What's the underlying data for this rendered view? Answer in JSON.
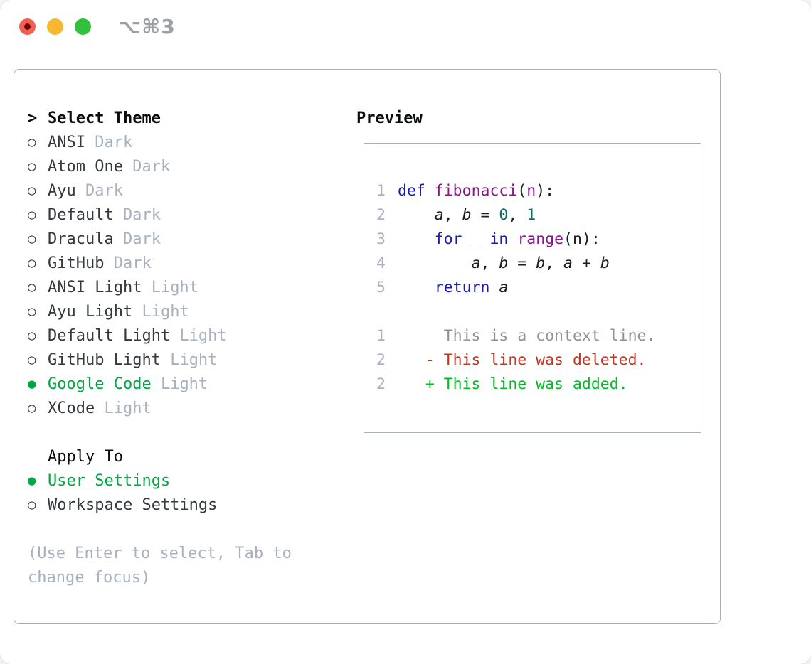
{
  "window": {
    "title": "⌥⌘3"
  },
  "theme_panel": {
    "header_prefix": ">",
    "header": "Select Theme",
    "radio_selected_icon": "●",
    "radio_unselected_icon": "○",
    "themes": [
      {
        "name": "ANSI",
        "variant": "Dark",
        "selected": false
      },
      {
        "name": "Atom One",
        "variant": "Dark",
        "selected": false
      },
      {
        "name": "Ayu",
        "variant": "Dark",
        "selected": false
      },
      {
        "name": "Default",
        "variant": "Dark",
        "selected": false
      },
      {
        "name": "Dracula",
        "variant": "Dark",
        "selected": false
      },
      {
        "name": "GitHub",
        "variant": "Dark",
        "selected": false
      },
      {
        "name": "ANSI Light",
        "variant": "Light",
        "selected": false
      },
      {
        "name": "Ayu Light",
        "variant": "Light",
        "selected": false
      },
      {
        "name": "Default Light",
        "variant": "Light",
        "selected": false
      },
      {
        "name": "GitHub Light",
        "variant": "Light",
        "selected": false
      },
      {
        "name": "Google Code",
        "variant": "Light",
        "selected": true
      },
      {
        "name": "XCode",
        "variant": "Light",
        "selected": false
      }
    ],
    "apply_header": "Apply To",
    "apply_options": [
      {
        "label": "User Settings",
        "selected": true
      },
      {
        "label": "Workspace Settings",
        "selected": false
      }
    ],
    "help_lines": [
      "(Use Enter to select, Tab to",
      "change focus)"
    ]
  },
  "preview_panel": {
    "header": "Preview",
    "lines": [
      {
        "kind": "code",
        "num": "1",
        "tokens": [
          [
            "kw",
            "def"
          ],
          [
            "pl",
            " "
          ],
          [
            "fn",
            "fibonacci"
          ],
          [
            "pl",
            "("
          ],
          [
            "prm",
            "n"
          ],
          [
            "pl",
            "):"
          ]
        ]
      },
      {
        "kind": "code",
        "num": "2",
        "tokens": [
          [
            "pl",
            "    "
          ],
          [
            "var",
            "a"
          ],
          [
            "pl",
            ", "
          ],
          [
            "var",
            "b"
          ],
          [
            "pl",
            " = "
          ],
          [
            "nm",
            "0"
          ],
          [
            "pl",
            ", "
          ],
          [
            "nm",
            "1"
          ]
        ]
      },
      {
        "kind": "code",
        "num": "3",
        "tokens": [
          [
            "pl",
            "    "
          ],
          [
            "kw",
            "for"
          ],
          [
            "pl",
            " _ "
          ],
          [
            "kw",
            "in"
          ],
          [
            "pl",
            " "
          ],
          [
            "fn",
            "range"
          ],
          [
            "pl",
            "(n):"
          ]
        ]
      },
      {
        "kind": "code",
        "num": "4",
        "tokens": [
          [
            "pl",
            "        "
          ],
          [
            "var",
            "a"
          ],
          [
            "pl",
            ", "
          ],
          [
            "var",
            "b"
          ],
          [
            "pl",
            " = "
          ],
          [
            "var",
            "b"
          ],
          [
            "pl",
            ", "
          ],
          [
            "var",
            "a"
          ],
          [
            "pl",
            " + "
          ],
          [
            "var",
            "b"
          ]
        ]
      },
      {
        "kind": "code",
        "num": "5",
        "tokens": [
          [
            "pl",
            "    "
          ],
          [
            "kw",
            "return"
          ],
          [
            "pl",
            " "
          ],
          [
            "var",
            "a"
          ]
        ]
      },
      {
        "kind": "blank",
        "num": "",
        "tokens": []
      },
      {
        "kind": "context",
        "num": "1",
        "tokens": [
          [
            "ctx",
            "     This is a context line."
          ]
        ]
      },
      {
        "kind": "deleted",
        "num": "2",
        "tokens": [
          [
            "del",
            "   - This line was deleted."
          ]
        ]
      },
      {
        "kind": "added",
        "num": "2",
        "tokens": [
          [
            "add",
            "   + This line was added."
          ]
        ]
      }
    ]
  },
  "colors": {
    "accent_green": "#00a844",
    "muted": "#a9b1bf",
    "text_dark": "#34383f",
    "header_black": "#0c0d0f",
    "panel_border": "#a9afba",
    "keyword_blue": "#1c1cb2",
    "function_purple": "#8a148a",
    "number_teal": "#0a6e6e",
    "code_text": "#1b1d22",
    "gutter_gray": "#a9b1bf",
    "context_gray": "#8d9199",
    "deleted_red": "#c23420",
    "added_green": "#00bc26",
    "traffic_red": "#f35e52",
    "traffic_red_dot": "#6e0505",
    "traffic_yellow": "#f7b72f",
    "traffic_green": "#31c13c",
    "title_gray": "#9aa0a6"
  }
}
